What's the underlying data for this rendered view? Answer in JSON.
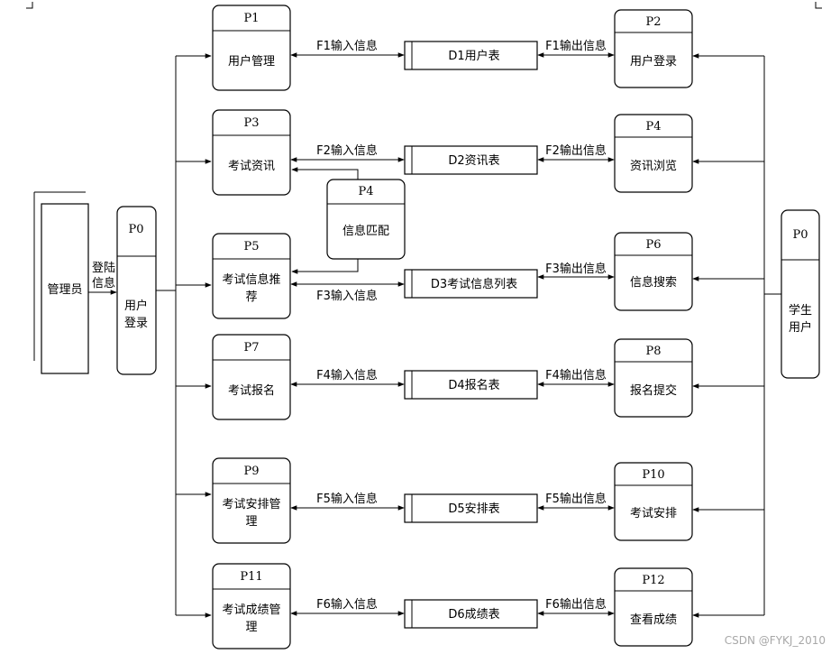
{
  "admin": {
    "label": "管理员"
  },
  "login_flow": {
    "line1": "登陆",
    "line2": "信息"
  },
  "p0_admin": {
    "id": "P0",
    "line1": "用户",
    "line2": "登录"
  },
  "p0_student": {
    "id": "P0",
    "line1": "学生",
    "line2": "用户"
  },
  "left_processes": [
    {
      "id": "P1",
      "line1": "用户管理",
      "line2": ""
    },
    {
      "id": "P3",
      "line1": "考试资讯",
      "line2": ""
    },
    {
      "id": "P5",
      "line1": "考试信息推",
      "line2": "荐"
    },
    {
      "id": "P7",
      "line1": "考试报名",
      "line2": ""
    },
    {
      "id": "P9",
      "line1": "考试安排管",
      "line2": "理"
    },
    {
      "id": "P11",
      "line1": "考试成绩管",
      "line2": "理"
    }
  ],
  "right_processes": [
    {
      "id": "P2",
      "label": "用户登录"
    },
    {
      "id": "P4",
      "label": "资讯浏览"
    },
    {
      "id": "P6",
      "label": "信息搜索"
    },
    {
      "id": "P8",
      "label": "报名提交"
    },
    {
      "id": "P10",
      "label": "考试安排"
    },
    {
      "id": "P12",
      "label": "查看成绩"
    }
  ],
  "match_process": {
    "id": "P4",
    "label": "信息匹配"
  },
  "stores": [
    "D1用户表",
    "D2资讯表",
    "D3考试信息列表",
    "D4报名表",
    "D5安排表",
    "D6成绩表"
  ],
  "input_flows": [
    "F1输入信息",
    "F2输入信息",
    "F3输入信息",
    "F4输入信息",
    "F5输入信息",
    "F6输入信息"
  ],
  "output_flows": [
    "F1输出信息",
    "F2输出信息",
    "F3输出信息",
    "F4输出信息",
    "F5输出信息",
    "F6输出信息"
  ],
  "watermark": "CSDN @FYKJ_2010"
}
